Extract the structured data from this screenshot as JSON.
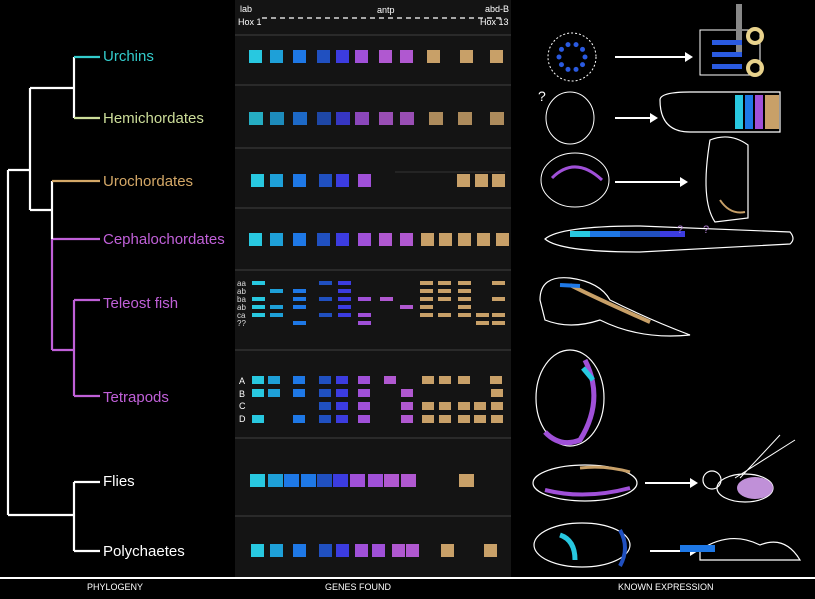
{
  "header": {
    "left_top": "lab",
    "left_bottom": "Hox 1",
    "middle": "antp",
    "right_top": "abd-B",
    "right_bottom": "Hox 13"
  },
  "taxa": [
    {
      "name": "Urchins",
      "color": "#33cccc"
    },
    {
      "name": "Hemichordates",
      "color": "#ccdd99"
    },
    {
      "name": "Urochordates",
      "color": "#d4a867"
    },
    {
      "name": "Cephalochordates",
      "color": "#c060d8"
    },
    {
      "name": "Teleost fish",
      "color": "#c060d8"
    },
    {
      "name": "Tetrapods",
      "color": "#c060d8"
    },
    {
      "name": "Flies",
      "color": "#ffffff"
    },
    {
      "name": "Polychaetes",
      "color": "#ffffff"
    }
  ],
  "fish_cluster_labels": [
    "aa",
    "ab",
    "ba",
    "ab",
    "ca",
    "??"
  ],
  "tetrapod_cluster_labels": [
    "A",
    "B",
    "C",
    "D"
  ],
  "question_marks": [
    "?",
    "?",
    "?"
  ],
  "footer": {
    "phylogeny": "PHYLOGENY",
    "genes": "GENES FOUND",
    "expression": "KNOWN EXPRESSION"
  },
  "colors": {
    "hox_anterior_cyan": "#28c8e0",
    "hox_anterior_teal": "#1ea0d8",
    "hox_blue": "#1e78e6",
    "hox_dark_blue": "#2050c0",
    "hox_indigo": "#3c3ce0",
    "hox_purple": "#a050d8",
    "hox_lavender": "#b058d0",
    "hox_posterior_tan": "#c8a068",
    "panel_background": "#141414",
    "tree_line": "#ffffff"
  }
}
